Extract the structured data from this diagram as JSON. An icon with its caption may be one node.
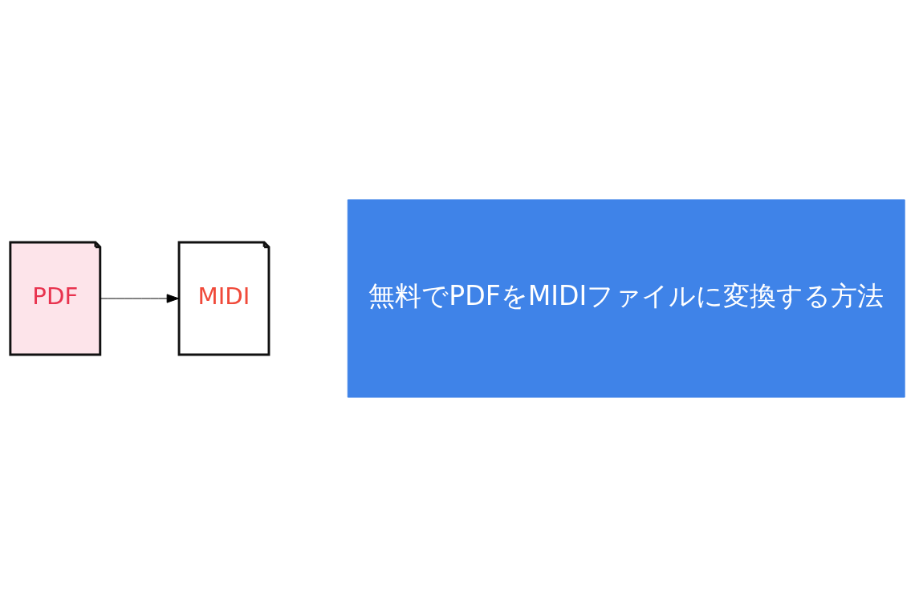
{
  "diagram": {
    "nodes": [
      {
        "text": [
          "PDF"
        ]
      },
      {
        "text": [
          "MIDI"
        ]
      },
      {
        "text": [
          "無料でPDFをMIDIファイルに変換する方法"
        ]
      }
    ],
    "edges": [
      {
        "from": 0,
        "to": 1,
        "arrow": "to"
      }
    ]
  }
}
